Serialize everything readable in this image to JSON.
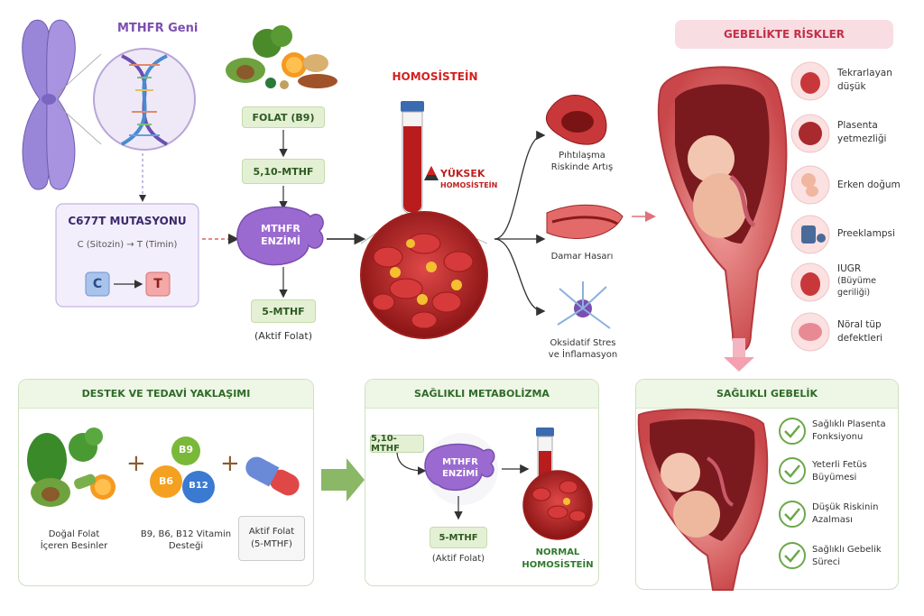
{
  "gene": {
    "title": "MTHFR Geni"
  },
  "mutation": {
    "title": "C677T MUTASYONU",
    "change": "C (Sitozin) → T (Timin)",
    "from": "C",
    "to": "T"
  },
  "pathway": {
    "folate": "FOLAT (B9)",
    "mthf510": "5,10-MTHF",
    "enzyme_line1": "MTHFR",
    "enzyme_line2": "ENZİMİ",
    "mthf5": "5-MTHF",
    "active": "(Aktif Folat)"
  },
  "homocysteine": {
    "title": "HOMOSİSTEİN",
    "high_line1": "YÜKSEK",
    "high_line2": "HOMOSİSTEİN"
  },
  "effects": [
    {
      "line1": "Pıhtılaşma",
      "line2": "Riskinde Artış"
    },
    {
      "line1": "Damar Hasarı",
      "line2": ""
    },
    {
      "line1": "Oksidatif Stres",
      "line2": "ve İnflamasyon"
    }
  ],
  "risks": {
    "title": "GEBELİKTE RİSKLER",
    "items": [
      {
        "line1": "Tekrarlayan",
        "line2": "düşük",
        "line3": "",
        "icon": "fetus-icon"
      },
      {
        "line1": "Plasenta",
        "line2": "yetmezliği",
        "line3": "",
        "icon": "placenta-icon"
      },
      {
        "line1": "Erken doğum",
        "line2": "",
        "line3": "",
        "icon": "baby-icon"
      },
      {
        "line1": "Preeklampsi",
        "line2": "",
        "line3": "",
        "icon": "blood-pressure-icon"
      },
      {
        "line1": "IUGR",
        "line2": "(Büyüme",
        "line3": "geriliği)",
        "icon": "fetus-small-icon"
      },
      {
        "line1": "Nöral tüp",
        "line2": "defektleri",
        "line3": "",
        "icon": "brain-icon"
      }
    ]
  },
  "support": {
    "title": "DESTEK VE TEDAVİ YAKLAŞIMI",
    "foods_line1": "Doğal Folat",
    "foods_line2": "İçeren Besinler",
    "vitamins": {
      "b9": "B9",
      "b6": "B6",
      "b12": "B12",
      "line1": "B9, B6, B12 Vitamin",
      "line2": "Desteği"
    },
    "active_line1": "Aktif Folat",
    "active_line2": "(5-MTHF)"
  },
  "healthy_metabolism": {
    "title": "SAĞLIKLI METABOLİZMA",
    "mthf510": "5,10-MTHF",
    "enzyme_line1": "MTHFR",
    "enzyme_line2": "ENZİMİ",
    "mthf5": "5-MTHF",
    "active": "(Aktif Folat)",
    "normal_line1": "NORMAL",
    "normal_line2": "HOMOSİSTEİN"
  },
  "healthy_pregnancy": {
    "title": "SAĞLIKLI GEBELİK",
    "items": [
      {
        "line1": "Sağlıklı Plasenta",
        "line2": "Fonksiyonu"
      },
      {
        "line1": "Yeterli Fetüs",
        "line2": "Büyümesi"
      },
      {
        "line1": "Düşük Riskinin",
        "line2": "Azalması"
      },
      {
        "line1": "Sağlıklı Gebelik",
        "line2": "Süreci"
      }
    ]
  },
  "colors": {
    "purple": "#8a5cc4",
    "red": "#c8262a",
    "green": "#6ba84a",
    "pink": "#f6dfe4"
  }
}
